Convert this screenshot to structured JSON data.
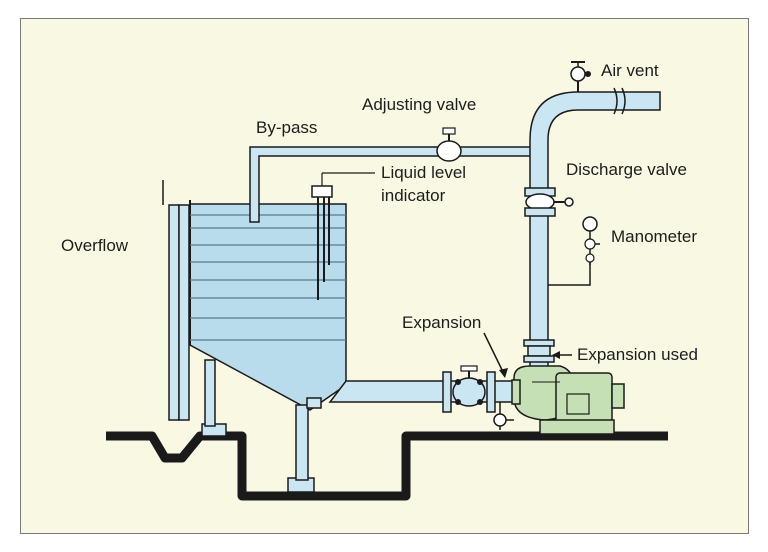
{
  "labels": {
    "air_vent": "Air vent",
    "adjusting_valve": "Adjusting valve",
    "by_pass": "By-pass",
    "discharge_valve": "Discharge valve",
    "liquid_level_line1": "Liquid level",
    "liquid_level_line2": "indicator",
    "overflow": "Overflow",
    "manometer": "Manometer",
    "expansion": "Expansion",
    "expansion_used": "Expansion used"
  },
  "colors": {
    "background": "#f9f8e2",
    "pipe_fill": "#c9e6f2",
    "water": "#b9dcec",
    "pump": "#c4e0b4",
    "ground": "#1a1a1a",
    "outline": "#1a1a1a"
  }
}
